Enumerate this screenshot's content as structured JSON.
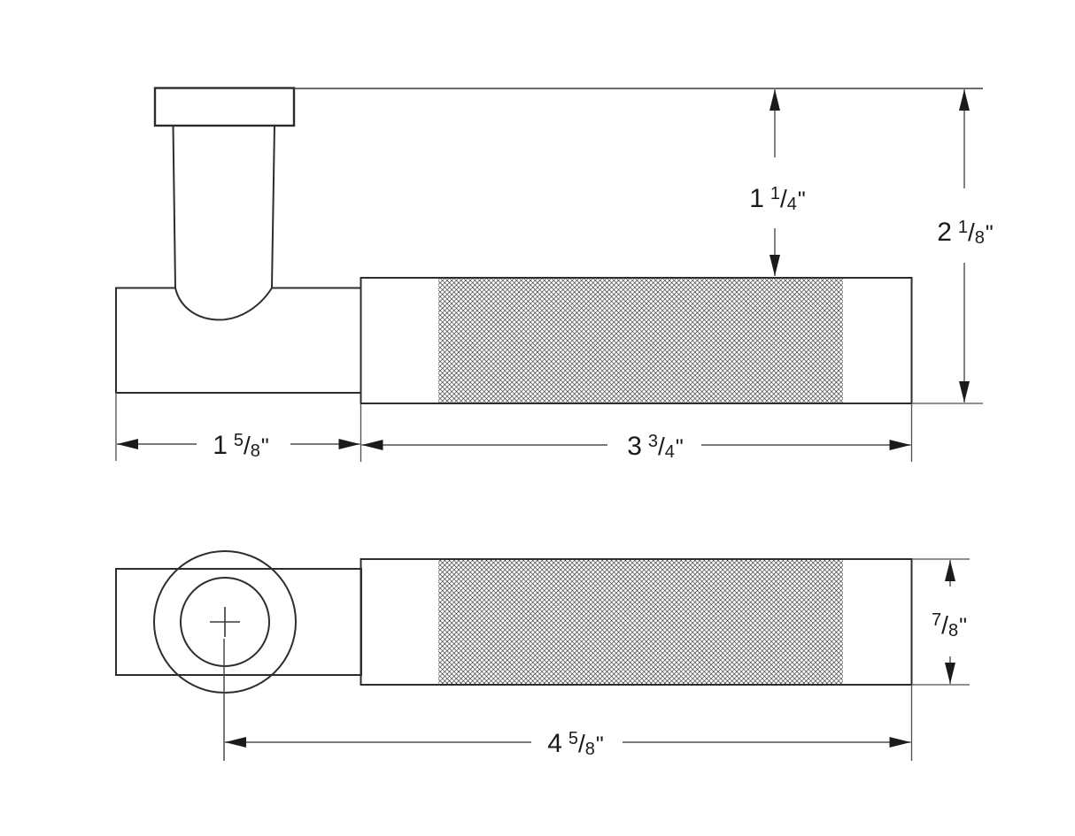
{
  "drawing": {
    "type": "technical-dimension-drawing",
    "subject": "knurled lever handle, two orthographic views",
    "colors": {
      "background": "#ffffff",
      "outline": "#2d2d2d",
      "dimension_line": "#4f4f4f",
      "arrowhead": "#1b1b1b",
      "label_text": "#1a1a1a"
    }
  },
  "dims": {
    "grip_top_offset": {
      "display": "1 1/4\"",
      "whole": "1",
      "numerator": "1",
      "slash": "/",
      "denominator": "4",
      "unit": "\""
    },
    "overall_projection": {
      "display": "2 1/8\"",
      "whole": "2",
      "numerator": "1",
      "slash": "/",
      "denominator": "8",
      "unit": "\""
    },
    "base_length": {
      "display": "1 5/8\"",
      "whole": "1",
      "numerator": "5",
      "slash": "/",
      "denominator": "8",
      "unit": "\""
    },
    "grip_length": {
      "display": "3 3/4\"",
      "whole": "3",
      "numerator": "3",
      "slash": "/",
      "denominator": "4",
      "unit": "\""
    },
    "grip_diameter": {
      "display": "7/8\"",
      "whole": "",
      "numerator": "7",
      "slash": "/",
      "denominator": "8",
      "unit": "\""
    },
    "overall_length": {
      "display": "4 5/8\"",
      "whole": "4",
      "numerator": "5",
      "slash": "/",
      "denominator": "8",
      "unit": "\""
    }
  }
}
